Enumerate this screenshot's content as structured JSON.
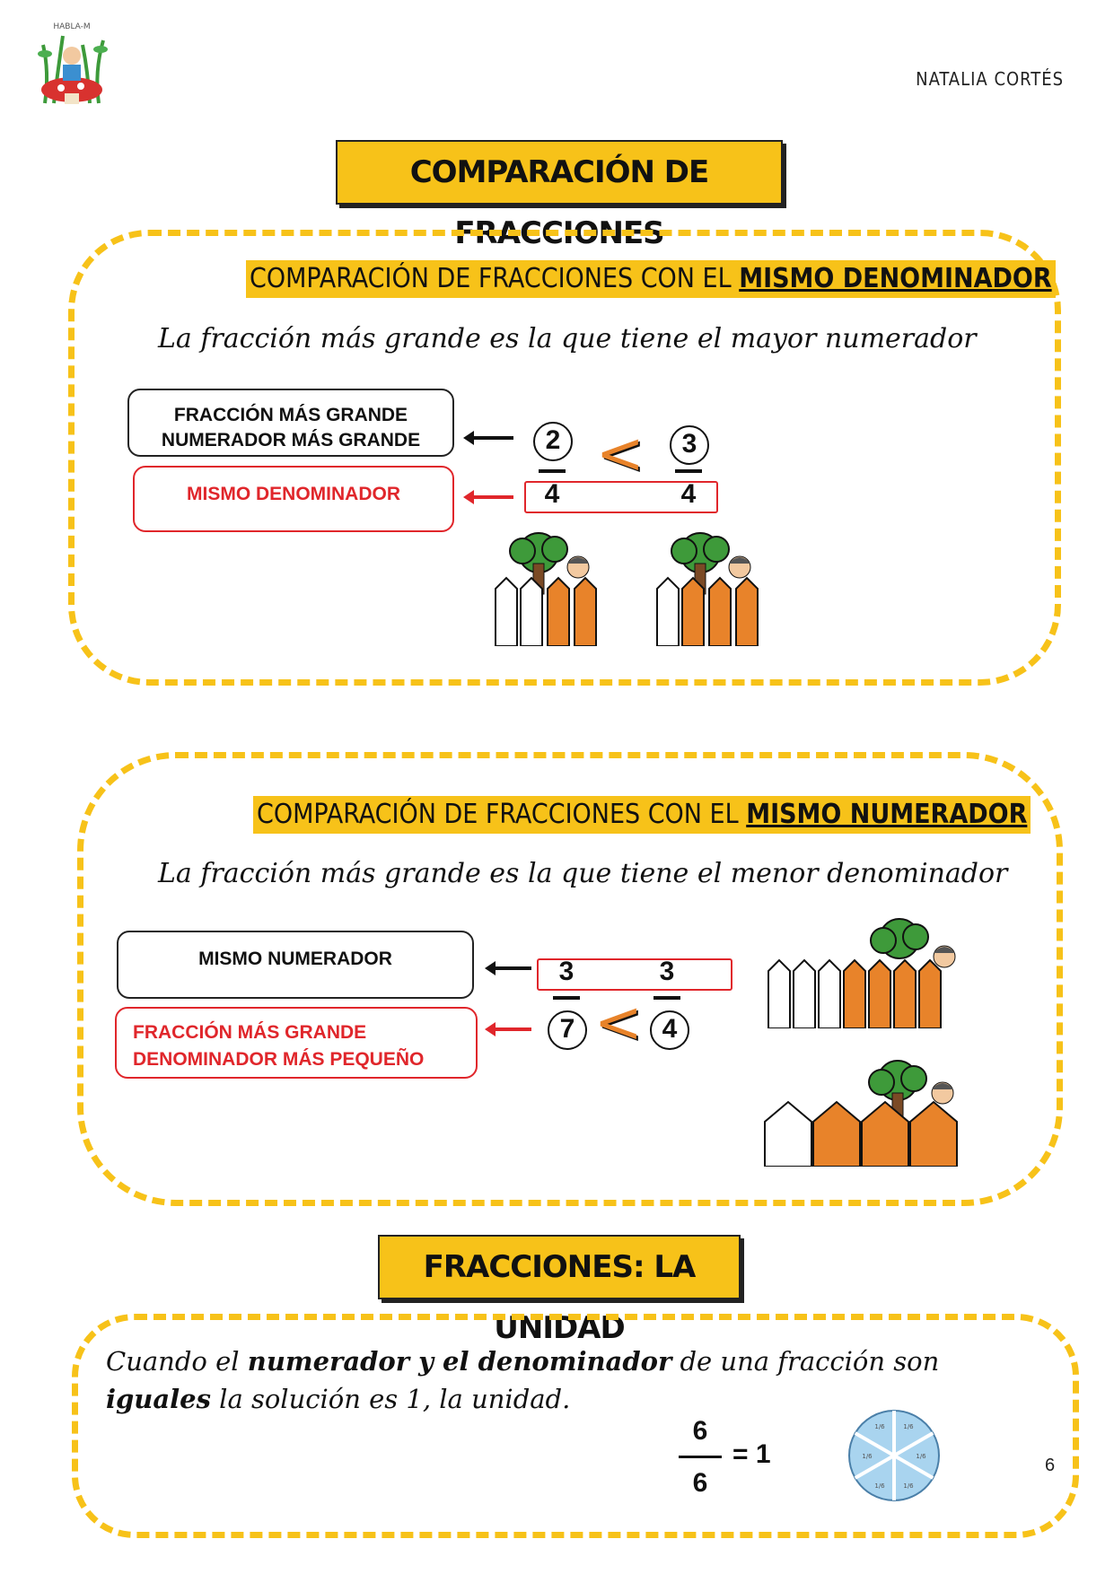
{
  "header": {
    "author": "NATALIA CORTÉS"
  },
  "title1": "COMPARACIÓN DE FRACCIONES",
  "section1": {
    "heading_plain": "COMPARACIÓN DE FRACCIONES CON EL ",
    "heading_highlight": "MISMO DENOMINADOR",
    "rule": "La fracción más grande es la que tiene el mayor numerador",
    "box_black_line1": "FRACCIÓN MÁS GRANDE",
    "box_black_line2": "NUMERADOR MÁS GRANDE",
    "box_red": "MISMO DENOMINADOR",
    "frac_left_num": "2",
    "frac_left_den": "4",
    "frac_right_num": "3",
    "frac_right_den": "4",
    "comparator": "<"
  },
  "section2": {
    "heading_plain": "COMPARACIÓN DE FRACCIONES CON EL ",
    "heading_highlight": "MISMO NUMERADOR",
    "rule": "La fracción más grande es la que tiene el menor denominador",
    "box_black": "MISMO NUMERADOR",
    "box_red_line1": "FRACCIÓN MÁS GRANDE",
    "box_red_line2": "DENOMINADOR MÁS PEQUEÑO",
    "frac_left_num": "3",
    "frac_left_den": "7",
    "frac_right_num": "3",
    "frac_right_den": "4",
    "comparator": "<"
  },
  "title2": "FRACCIONES: LA UNIDAD",
  "section3": {
    "text_1": "Cuando el ",
    "text_b1": "numerador y el denominador",
    "text_2": " de una fracción son",
    "text_b2": "iguales",
    "text_3": " la solución es 1, la unidad.",
    "frac_num": "6",
    "frac_den": "6",
    "equals": "= 1",
    "pie_label": "1/6"
  },
  "page_number": "6",
  "colors": {
    "accent": "#f7c219",
    "red": "#e0262b",
    "orange": "#e8832a",
    "pie": "#a9d4ef"
  }
}
